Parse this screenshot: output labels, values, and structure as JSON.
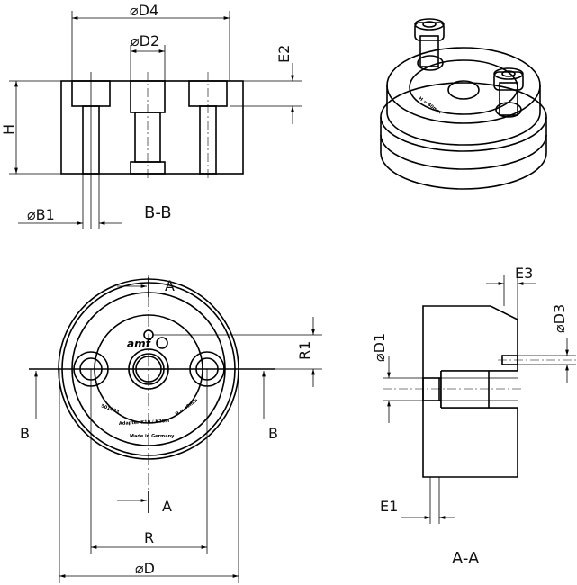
{
  "views": {
    "section_bb": {
      "title": "B-B",
      "dims": {
        "d4": "⌀D4",
        "d2": "⌀D2",
        "e2": "E2",
        "h": "H",
        "b1": "⌀B1"
      }
    },
    "front": {
      "cut_a_top": "A",
      "cut_a_bottom": "A",
      "cut_b_left": "B",
      "cut_b_right": "B",
      "dims": {
        "r1": "R1",
        "r": "R",
        "d": "⌀D"
      }
    },
    "section_aa": {
      "title": "A-A",
      "dims": {
        "e3": "E3",
        "d3": "⌀D3",
        "d1": "⌀D1",
        "e1": "E1"
      }
    }
  },
  "engraving": {
    "logo": "amf",
    "part_number": "501083",
    "text": "Adapter K10 / K20M",
    "height": "H = 40mm",
    "origin": "Made in Germany"
  }
}
